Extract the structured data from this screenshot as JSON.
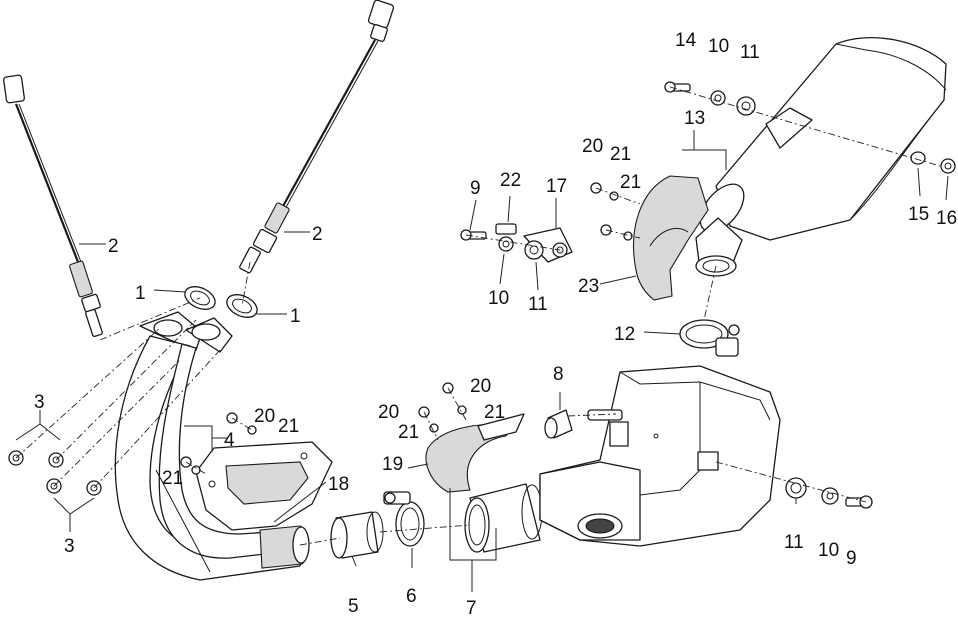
{
  "diagram": {
    "callouts": [
      {
        "id": "c1a",
        "label": "1",
        "part": "gasket"
      },
      {
        "id": "c1b",
        "label": "1",
        "part": "gasket"
      },
      {
        "id": "c2a",
        "label": "2",
        "part": "oxygen-sensor"
      },
      {
        "id": "c2b",
        "label": "2",
        "part": "oxygen-sensor"
      },
      {
        "id": "c3a",
        "label": "3",
        "part": "nut"
      },
      {
        "id": "c3b",
        "label": "3",
        "part": "nut"
      },
      {
        "id": "c4",
        "label": "4",
        "part": "exhaust-header-pipe"
      },
      {
        "id": "c5",
        "label": "5",
        "part": "sleeve"
      },
      {
        "id": "c6",
        "label": "6",
        "part": "clamp"
      },
      {
        "id": "c7",
        "label": "7",
        "part": "connector-pipe"
      },
      {
        "id": "c8",
        "label": "8",
        "part": "grommet"
      },
      {
        "id": "c9a",
        "label": "9",
        "part": "bolt"
      },
      {
        "id": "c9b",
        "label": "9",
        "part": "bolt"
      },
      {
        "id": "c10a",
        "label": "10",
        "part": "washer"
      },
      {
        "id": "c10b",
        "label": "10",
        "part": "washer"
      },
      {
        "id": "c10c",
        "label": "10",
        "part": "washer"
      },
      {
        "id": "c11a",
        "label": "11",
        "part": "rubber-bushing"
      },
      {
        "id": "c11b",
        "label": "11",
        "part": "rubber-bushing"
      },
      {
        "id": "c11c",
        "label": "11",
        "part": "rubber-bushing"
      },
      {
        "id": "c12",
        "label": "12",
        "part": "clamp"
      },
      {
        "id": "c13",
        "label": "13",
        "part": "muffler"
      },
      {
        "id": "c14",
        "label": "14",
        "part": "bolt"
      },
      {
        "id": "c15",
        "label": "15",
        "part": "washer"
      },
      {
        "id": "c16",
        "label": "16",
        "part": "nut"
      },
      {
        "id": "c17",
        "label": "17",
        "part": "bracket"
      },
      {
        "id": "c18",
        "label": "18",
        "part": "heat-shield"
      },
      {
        "id": "c19",
        "label": "19",
        "part": "heat-shield"
      },
      {
        "id": "c20a",
        "label": "20",
        "part": "screw"
      },
      {
        "id": "c20b",
        "label": "20",
        "part": "screw"
      },
      {
        "id": "c20c",
        "label": "20",
        "part": "screw"
      },
      {
        "id": "c20d",
        "label": "20",
        "part": "screw"
      },
      {
        "id": "c21a",
        "label": "21",
        "part": "washer"
      },
      {
        "id": "c21b",
        "label": "21",
        "part": "washer"
      },
      {
        "id": "c21c",
        "label": "21",
        "part": "washer"
      },
      {
        "id": "c21d",
        "label": "21",
        "part": "washer"
      },
      {
        "id": "c21e",
        "label": "21",
        "part": "washer"
      },
      {
        "id": "c21f",
        "label": "21",
        "part": "washer"
      },
      {
        "id": "c22",
        "label": "22",
        "part": "collar"
      },
      {
        "id": "c23",
        "label": "23",
        "part": "heat-shield"
      }
    ]
  }
}
